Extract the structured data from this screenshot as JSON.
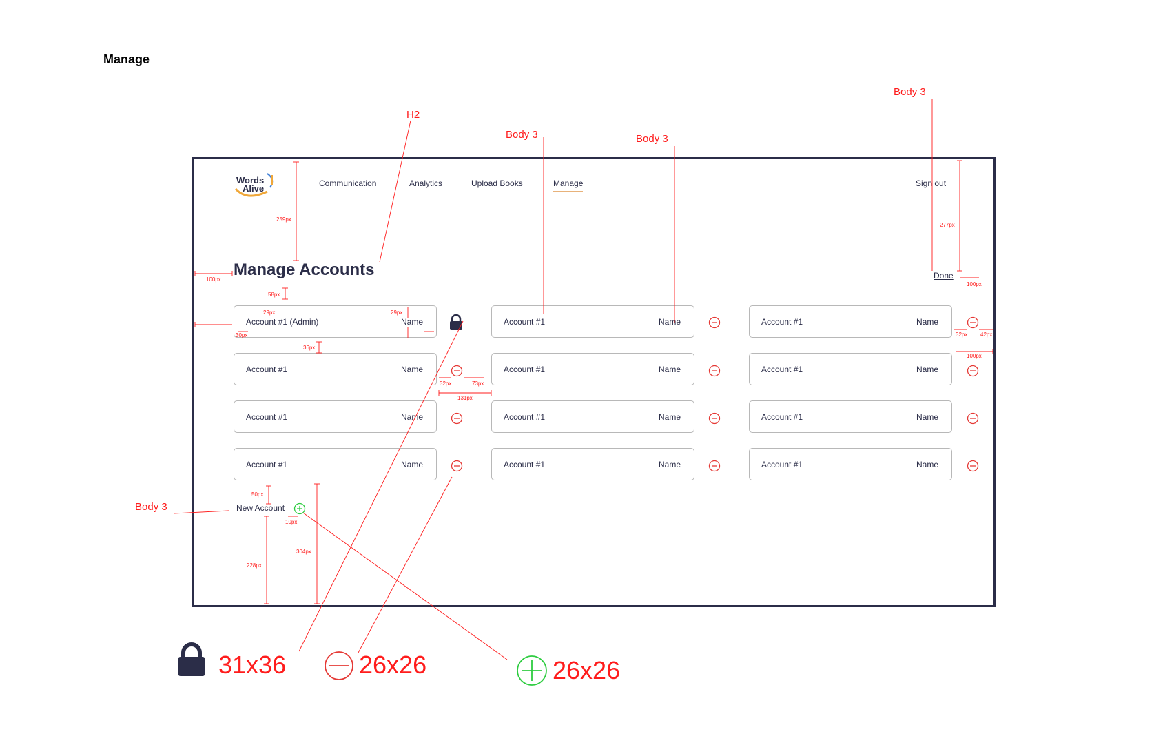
{
  "page_title": "Manage",
  "header": {
    "logo_top": "Words",
    "logo_bottom": "Alive",
    "nav": [
      "Communication",
      "Analytics",
      "Upload Books",
      "Manage"
    ],
    "sign_out": "Sign out"
  },
  "main": {
    "heading": "Manage Accounts",
    "done": "Done",
    "admin_account": {
      "label": "Account #1 (Admin)",
      "name": "Name"
    },
    "account_label": "Account #1",
    "name_label": "Name",
    "new_account": "New Account"
  },
  "annotations": {
    "h2": "H2",
    "body3": "Body 3",
    "dims": [
      "259px",
      "100px",
      "58px",
      "29px",
      "30px",
      "29px",
      "36px",
      "32px",
      "73px",
      "131px",
      "277px",
      "100px",
      "32px",
      "42px",
      "100px",
      "50px",
      "10px",
      "304px",
      "228px"
    ],
    "icon_sizes": {
      "lock": "31x36",
      "minus": "26x26",
      "plus": "26x26"
    }
  },
  "colors": {
    "navy": "#2b2d48",
    "red": "#ff1c1c",
    "minus": "#e53935",
    "plus": "#2ecc40",
    "accent": "#e8b27a"
  }
}
